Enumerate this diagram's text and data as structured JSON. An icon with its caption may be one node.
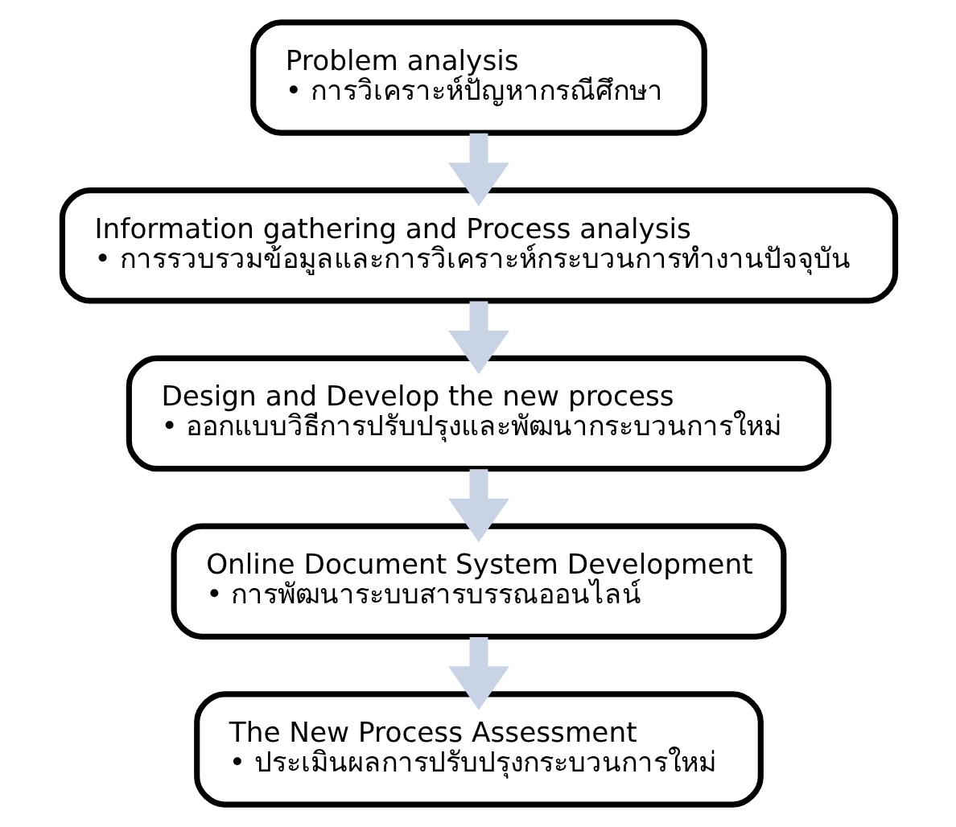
{
  "diagram": {
    "nodes": [
      {
        "text": [
          "Problem analysis",
          "• การวิเคราะห์ปัญหากรณีศึกษา"
        ]
      },
      {
        "text": [
          "Information gathering and Process analysis",
          "• การรวบรวมข้อมูลและการวิเคราะห์กระบวนการทำงานปัจจุบัน"
        ]
      },
      {
        "text": [
          "Design and Develop the new process",
          "• ออกแบบวิธีการปรับปรุงและพัฒนากระบวนการใหม่"
        ]
      },
      {
        "text": [
          "Online Document System Development",
          "• การพัฒนาระบบสารบรรณออนไลน์"
        ]
      },
      {
        "text": [
          "The New Process Assessment",
          "• ประเมินผลการปรับปรุงกระบวนการใหม่"
        ]
      }
    ],
    "edges": [
      {
        "from": 0,
        "to": 1,
        "arrow": "to"
      },
      {
        "from": 1,
        "to": 2,
        "arrow": "to"
      },
      {
        "from": 2,
        "to": 3,
        "arrow": "to"
      },
      {
        "from": 3,
        "to": 4,
        "arrow": "to"
      }
    ]
  }
}
